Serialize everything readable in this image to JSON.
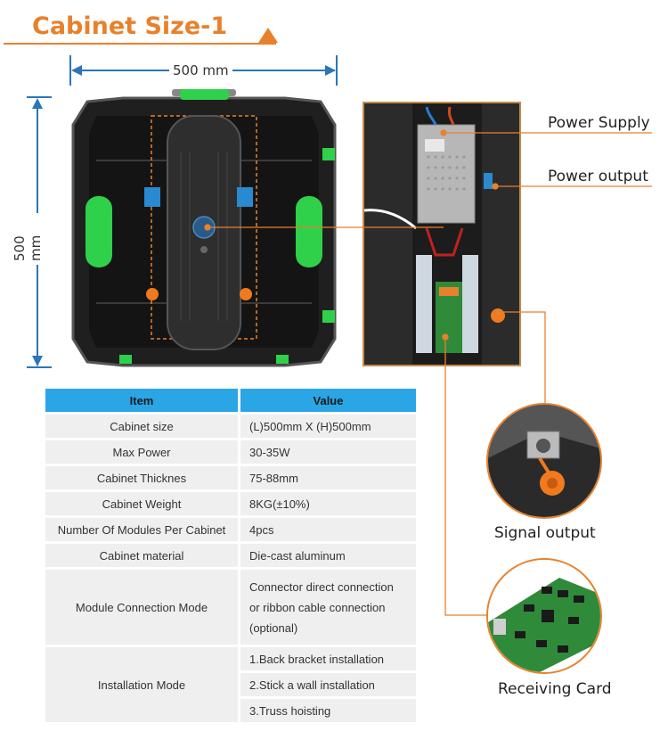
{
  "title": "Cabinet Size-1",
  "dimensions": {
    "width": "500 mm",
    "height": "500 mm"
  },
  "callouts": {
    "power_supply": "Power Supply",
    "power_output": "Power output",
    "signal_output": "Signal output",
    "receiving_card": "Receiving Card"
  },
  "table": {
    "headers": [
      "Item",
      "Value"
    ],
    "rows": [
      {
        "item": "Cabinet size",
        "value": "(L)500mm X (H)500mm"
      },
      {
        "item": "Max Power",
        "value": "30-35W"
      },
      {
        "item": "Cabinet Thicknes",
        "value": "75-88mm"
      },
      {
        "item": "Cabinet Weight",
        "value": "8KG(±10%)"
      },
      {
        "item": "Number Of Modules Per Cabinet",
        "value": "4pcs"
      },
      {
        "item": "Cabinet material",
        "value": "Die-cast aluminum"
      },
      {
        "item": "Module Connection Mode",
        "value_lines": [
          "Connector direct connection",
          "or  ribbon cable connection",
          "(optional)"
        ]
      },
      {
        "item": "Installation Mode",
        "value_lines": [
          "1.Back bracket installation",
          "2.Stick a wall installation",
          "3.Truss hoisting"
        ]
      }
    ]
  },
  "colors": {
    "accent": "#e8812c",
    "header_blue": "#2aa6e6",
    "cell_gray": "#efefef",
    "handle_green": "#33cc33"
  }
}
